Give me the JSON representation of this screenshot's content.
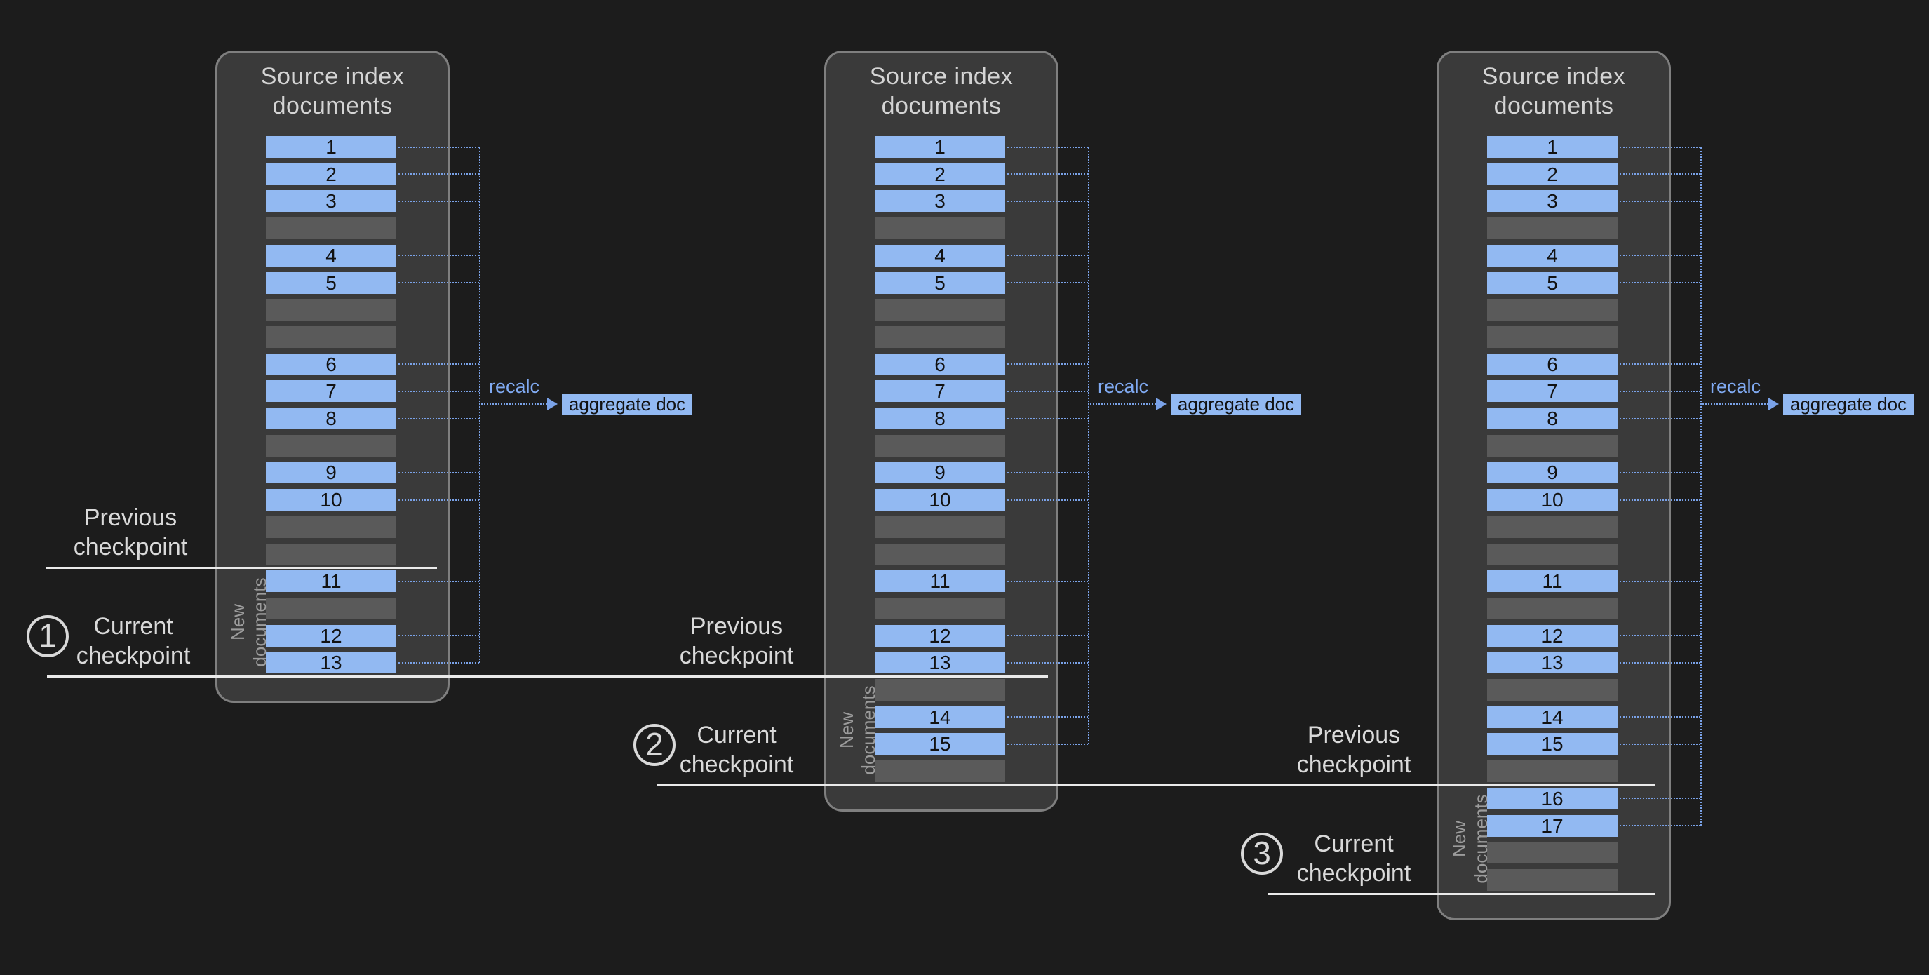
{
  "colors": {
    "background": "#1c1c1c",
    "panel_bg": "#3a3a3a",
    "panel_border": "#7f7f7f",
    "doc_bar": "#92b9f2",
    "doc_bar_text": "#121212",
    "empty_bar": "#5a5a5a",
    "dotted_line": "#7aa2e8",
    "recalc_text": "#80aaf2",
    "checkpoint_line": "#eaeaea",
    "checkpoint_label": "#d9d9d9",
    "panel_title": "#d4d4d4",
    "new_documents_text": "#9c9c9c"
  },
  "panels": [
    {
      "title": "Source index\ndocuments",
      "rows": [
        "1",
        "2",
        "3",
        "",
        "4",
        "5",
        "",
        "",
        "6",
        "7",
        "8",
        "",
        "9",
        "10",
        "",
        "",
        "11",
        "",
        "12",
        "13"
      ],
      "boundaries": {
        "previous": 16,
        "current": 20
      },
      "new_documents_label": "New\ndocuments",
      "recalc_label": "recalc",
      "aggregate_label": "aggregate doc",
      "previous_checkpoint": {
        "label": "Previous\ncheckpoint"
      },
      "current_checkpoint": {
        "label": "Current\ncheckpoint",
        "number": "1"
      }
    },
    {
      "title": "Source index\ndocuments",
      "rows": [
        "1",
        "2",
        "3",
        "",
        "4",
        "5",
        "",
        "",
        "6",
        "7",
        "8",
        "",
        "9",
        "10",
        "",
        "",
        "11",
        "",
        "12",
        "13",
        "",
        "14",
        "15",
        ""
      ],
      "boundaries": {
        "previous": 20,
        "current": 24
      },
      "new_documents_label": "New\ndocuments",
      "recalc_label": "recalc",
      "aggregate_label": "aggregate doc",
      "previous_checkpoint": {
        "label": "Previous\ncheckpoint"
      },
      "current_checkpoint": {
        "label": "Current\ncheckpoint",
        "number": "2"
      }
    },
    {
      "title": "Source index\ndocuments",
      "rows": [
        "1",
        "2",
        "3",
        "",
        "4",
        "5",
        "",
        "",
        "6",
        "7",
        "8",
        "",
        "9",
        "10",
        "",
        "",
        "11",
        "",
        "12",
        "13",
        "",
        "14",
        "15",
        "",
        "16",
        "17",
        "",
        ""
      ],
      "boundaries": {
        "previous": 24,
        "current": 28
      },
      "new_documents_label": "New\ndocuments",
      "recalc_label": "recalc",
      "aggregate_label": "aggregate doc",
      "previous_checkpoint": {
        "label": "Previous\ncheckpoint"
      },
      "current_checkpoint": {
        "label": "Current\ncheckpoint",
        "number": "3"
      }
    }
  ]
}
